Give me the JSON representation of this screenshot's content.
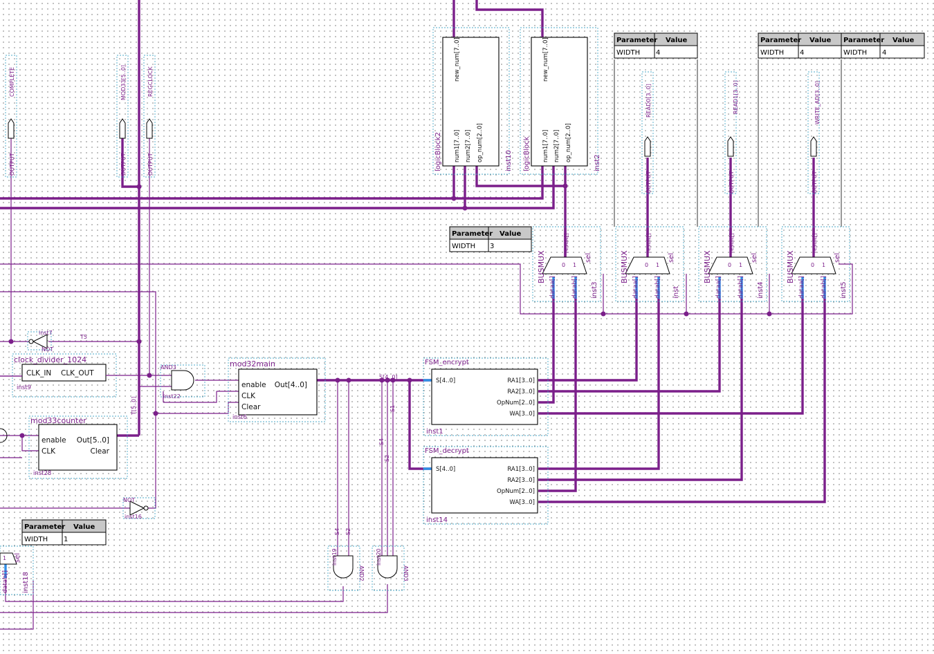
{
  "outputs": {
    "complete": "COMPLETE",
    "mod33": "MOD33[5..0]",
    "regclock": "REGCLOCK",
    "read0": "READ0[3..0]",
    "read1": "READ1[3..0]",
    "write_ad": "WRITE_AD[3..0]",
    "type": "OUTPUT"
  },
  "param_tables": {
    "header_param": "Parameter",
    "header_value": "Value",
    "width_label": "WIDTH",
    "t_mux3": "3",
    "t_mux4": "4",
    "t_mux5a": "4",
    "t_mux5b": "4",
    "t_left": "1"
  },
  "logic_blocks": {
    "new_num": "new_num[7..0]",
    "num1": "num1[7..0]",
    "num2": "num2[7..0]",
    "op_num": "op_num[2..0]",
    "block2_name": "logicBlock2",
    "block2_inst": "inst10",
    "block1_name": "logicBlock",
    "block1_inst": "inst2"
  },
  "busmux": {
    "label": "BUSMUX",
    "result": "result[]",
    "sel": "sel",
    "dataa": "dataa[]",
    "datab": "datab[]",
    "zero": "0",
    "one": "1",
    "inst3": "inst3",
    "inst4": "inst",
    "inst5": "inst4",
    "inst6": "inst5",
    "inst_left": "inst18"
  },
  "fsm_encrypt": {
    "title": "FSM_encrypt",
    "s": "S[4..0]",
    "ra1": "RA1[3..0]",
    "ra2": "RA2[3..0]",
    "opnum": "OpNum[2..0]",
    "wa": "WA[3..0]",
    "inst": "inst1"
  },
  "fsm_decrypt": {
    "title": "FSM_decrypt",
    "s": "S[4..0]",
    "ra1": "RA1[3..0]",
    "ra2": "RA2[3..0]",
    "opnum": "OpNum[2..0]",
    "wa": "WA[3..0]",
    "inst": "inst14"
  },
  "mod32main": {
    "title": "mod32main",
    "enable": "enable",
    "clk": "CLK",
    "clear": "Clear",
    "out": "Out[4..0]",
    "inst": "inst6"
  },
  "clock_divider": {
    "title": "clock_divider_1024",
    "clk_in": "CLK_IN",
    "clk_out": "CLK_OUT",
    "inst": "inst9"
  },
  "mod33counter": {
    "title": "mod33counter",
    "enable": "enable",
    "clk": "CLK",
    "out": "Out[5..0]",
    "clear": "Clear",
    "inst": "inst28"
  },
  "gates": {
    "not1": "NOT",
    "not1_inst": "inst7",
    "not2": "NOT",
    "not2_inst": "inst16",
    "and3": "AND3",
    "and3_inst": "inst22",
    "and2a": "AND2",
    "and2a_inst": "inst19",
    "and2b": "AND3",
    "and2b_inst": "inst20"
  },
  "wire_labels": {
    "s_bus": "S[4..0]",
    "t5": "T5",
    "t_bus": "T[5..0]",
    "s1": "S1",
    "s2": "S2",
    "s4": "S4",
    "s2b": "S2",
    "s4b": "S4"
  }
}
